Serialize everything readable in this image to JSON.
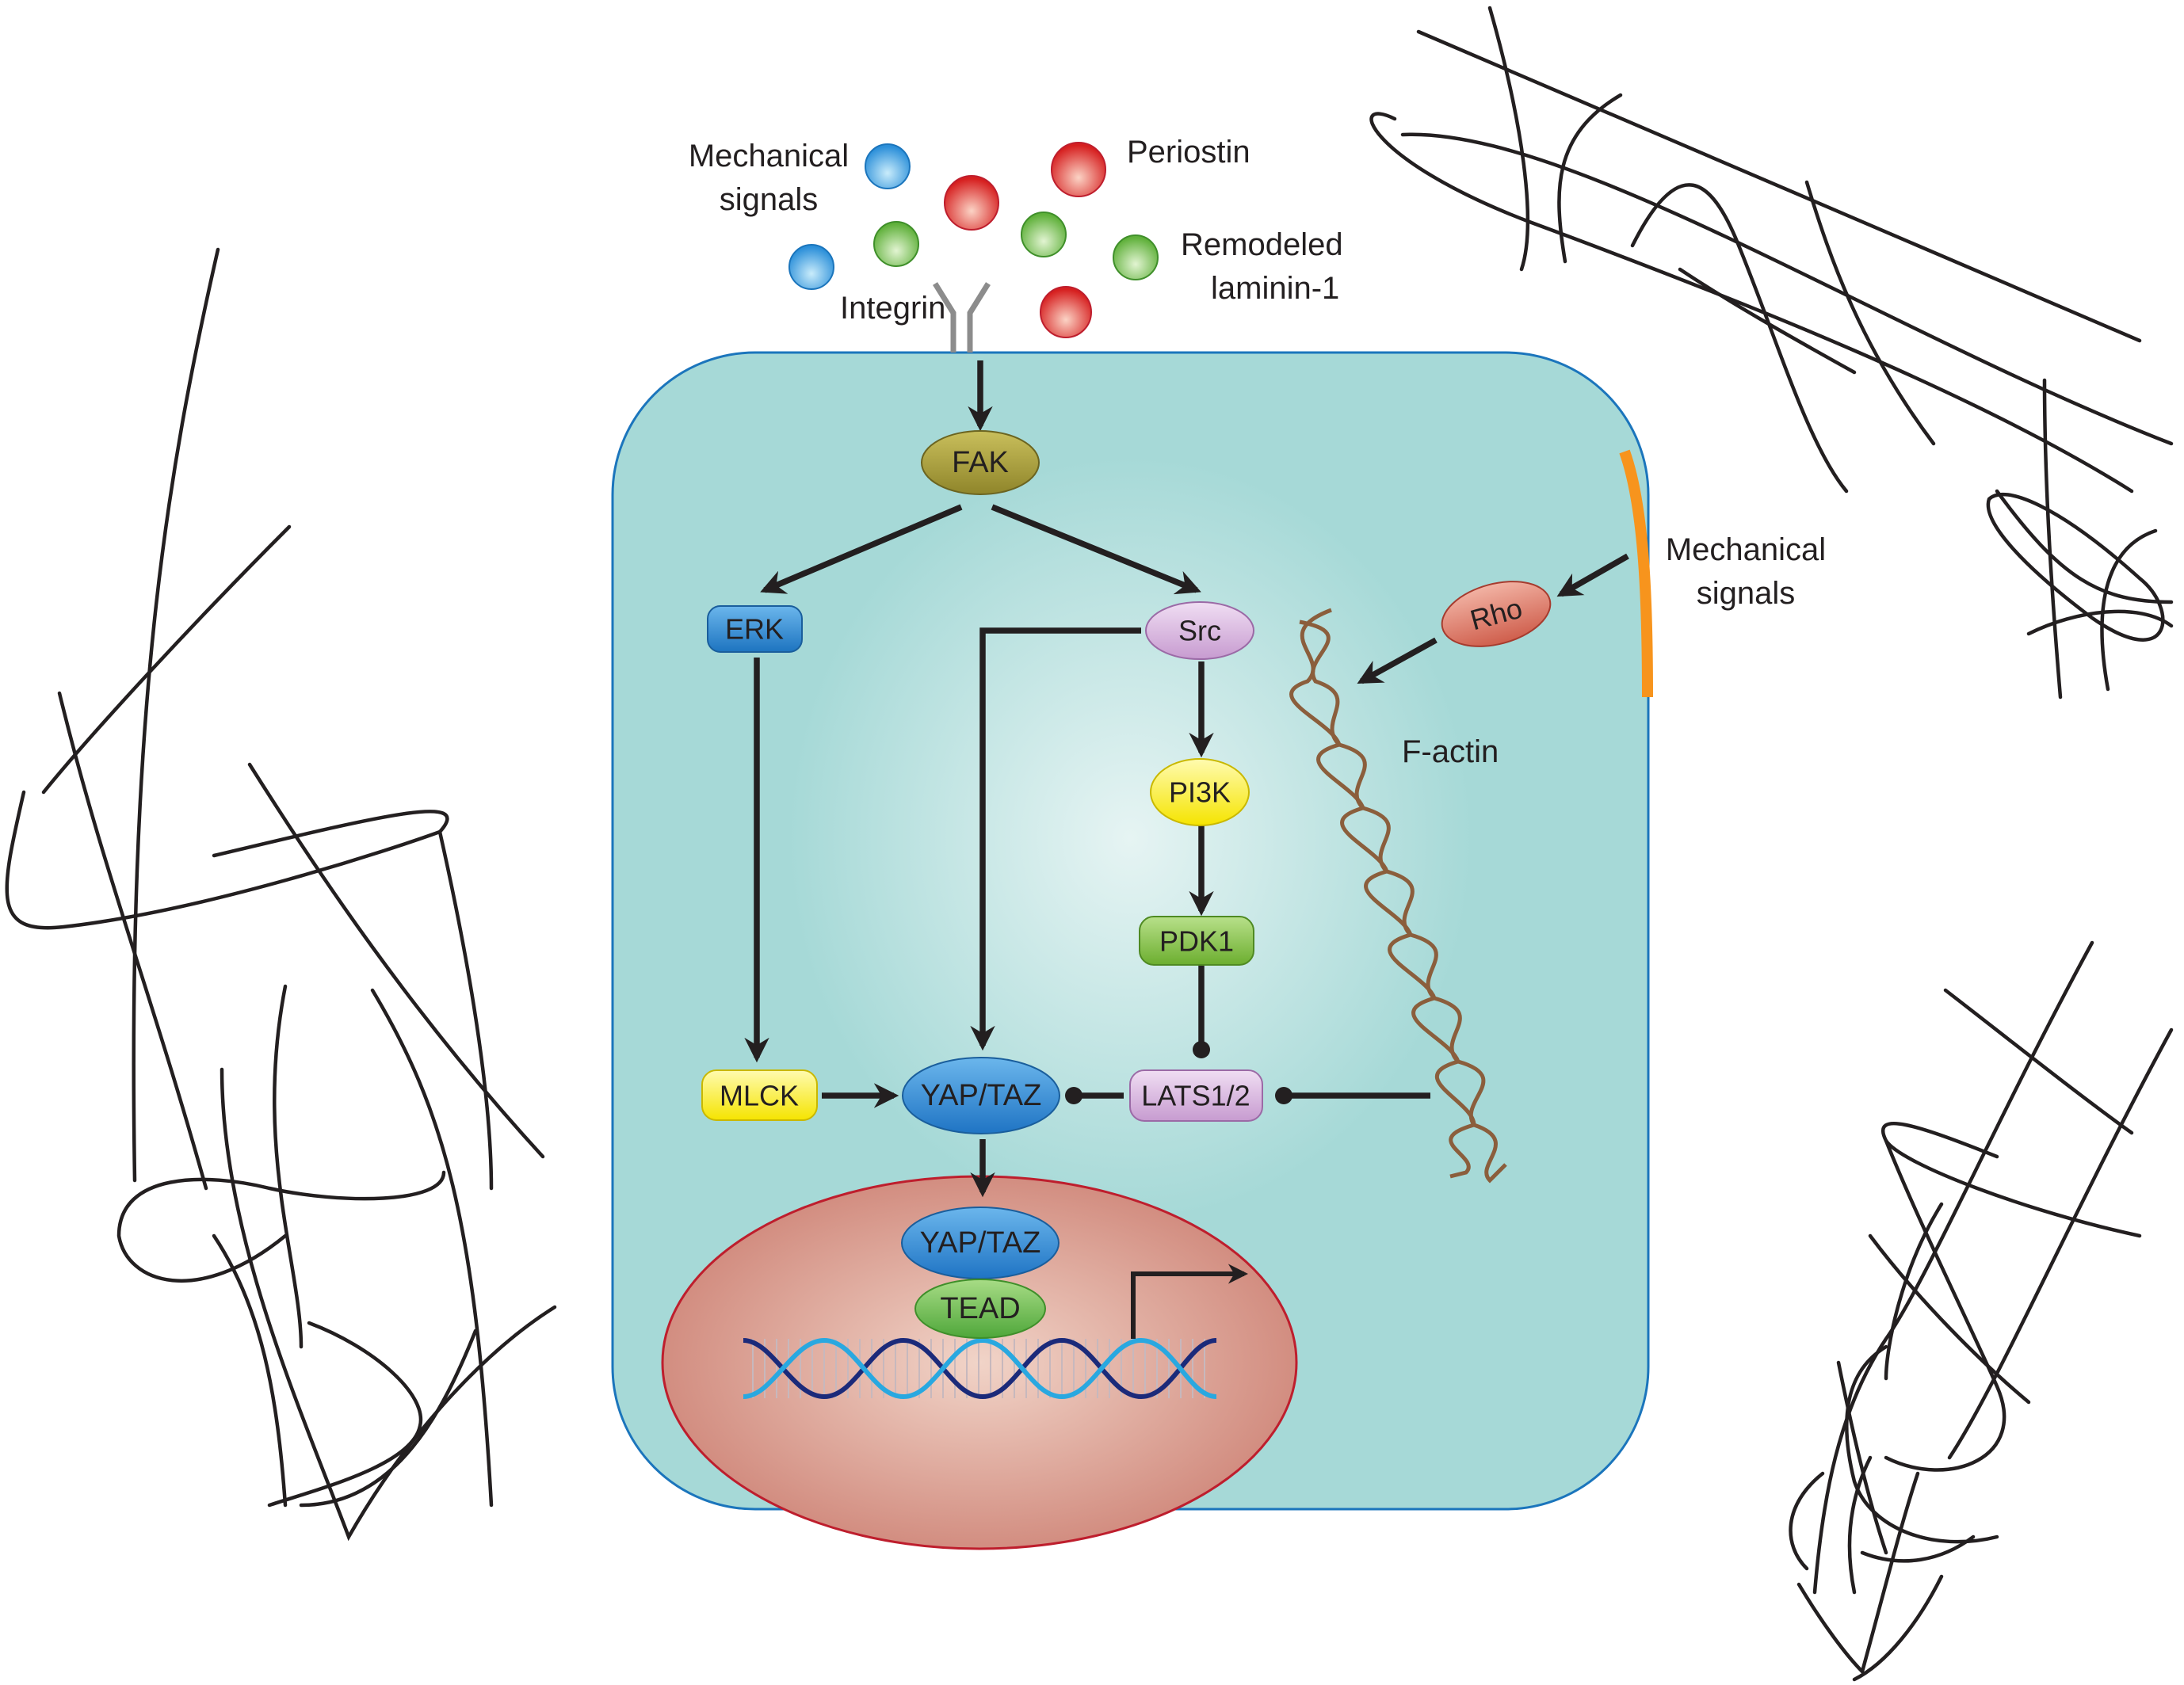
{
  "labels": {
    "mechanical_signals_top_1": "Mechanical",
    "mechanical_signals_top_2": "signals",
    "periostin": "Periostin",
    "remodeled_1": "Remodeled",
    "remodeled_2": "laminin-1",
    "integrin": "Integrin",
    "mechanical_signals_right_1": "Mechanical",
    "mechanical_signals_right_2": "signals",
    "f_actin": "F-actin"
  },
  "nodes": {
    "fak": "FAK",
    "erk": "ERK",
    "src": "Src",
    "rho": "Rho",
    "pi3k": "PI3K",
    "pdk1": "PDK1",
    "mlck": "MLCK",
    "yap_taz": "YAP/TAZ",
    "lats": "LATS1/2",
    "yap_taz_nuclear": "YAP/TAZ",
    "tead": "TEAD"
  },
  "colors": {
    "cell": "#a6d9d7",
    "cell_border": "#1b75bc",
    "nucleus": "#cc7f72",
    "nucleus_border": "#be1e2d",
    "fak": "#a59a3a",
    "erk": "#2e8fd6",
    "src": "#d6b4dc",
    "rho": "#d97565",
    "pi3k": "#fff200",
    "pdk1": "#8cc63f",
    "mlck": "#fff200",
    "yap_taz": "#2b8fd9",
    "lats": "#d6b4dc",
    "tead": "#6cc04a",
    "arrow": "#231f20",
    "membrane_patch": "#f7941d",
    "f_actin": "#8b5e3c",
    "signal_blue": "#2b8fd9",
    "signal_red": "#d61f1f",
    "signal_green": "#7ac143"
  }
}
